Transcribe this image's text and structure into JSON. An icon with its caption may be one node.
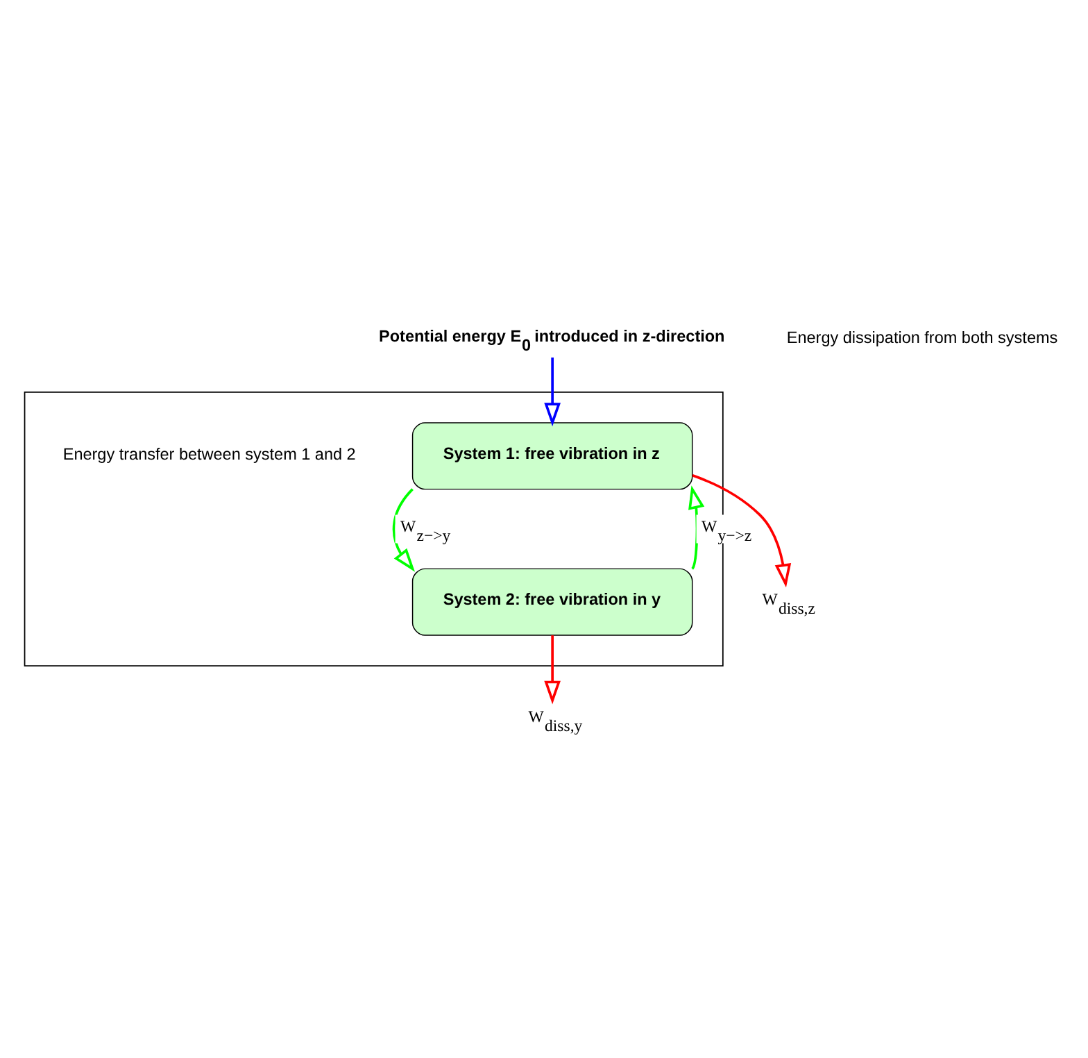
{
  "diagram": {
    "nodes": [
      {
        "text": [
          "Potential energy E$_{0}$ introduced in z-direction"
        ]
      },
      {
        "text": [],
        "shape": "box"
      },
      {
        "text": [
          "System 1: free vibration in z"
        ],
        "in": 1
      },
      {
        "text": [
          "System 2: free vibration in y"
        ],
        "in": 1
      },
      {
        "text": [
          "W$_{diss,z}$"
        ]
      },
      {
        "text": [
          "W$_{diss,y}$"
        ]
      }
    ],
    "edges": [
      {
        "from": 0,
        "to": 2,
        "arrow": "to",
        "color": "#0000ff"
      },
      {
        "from": 2,
        "to": 3,
        "arrow": "to",
        "label": "W$_{z−>y}$",
        "color": "#00ff00"
      },
      {
        "from": 3,
        "to": 2,
        "arrow": "to",
        "label": "W$_{y−>z}$",
        "color": "#00ff00"
      },
      {
        "from": 2,
        "to": 4,
        "arrow": "to",
        "color": "#ff0000"
      },
      {
        "from": 3,
        "to": 5,
        "arrow": "to",
        "color": "#ff0000"
      }
    ],
    "labels": [
      "Energy transfer between system 1 and 2",
      "Energy dissipation from both systems"
    ]
  }
}
